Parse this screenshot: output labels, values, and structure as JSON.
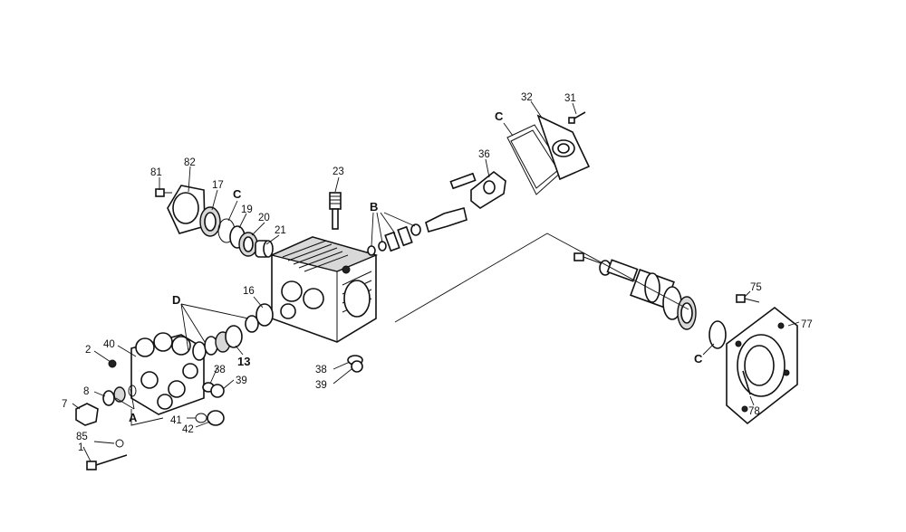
{
  "callouts": {
    "c1": "1",
    "c2": "2",
    "c7": "7",
    "c8": "8",
    "c13": "13",
    "c16": "16",
    "c17": "17",
    "c19": "19",
    "c20": "20",
    "c21": "21",
    "c23": "23",
    "c31": "31",
    "c32": "32",
    "c36": "36",
    "c38a": "38",
    "c38b": "38",
    "c39a": "39",
    "c39b": "39",
    "c40": "40",
    "c41": "41",
    "c42": "42",
    "c75": "75",
    "c77": "77",
    "c78": "78",
    "c81": "81",
    "c82": "82",
    "c85": "85"
  },
  "letters": {
    "A": "A",
    "B": "B",
    "C1": "C",
    "C2": "C",
    "C3": "C",
    "D": "D"
  },
  "colors": {
    "line": "#111111",
    "fill": "#ffffff",
    "shade": "#d8d8d8"
  }
}
